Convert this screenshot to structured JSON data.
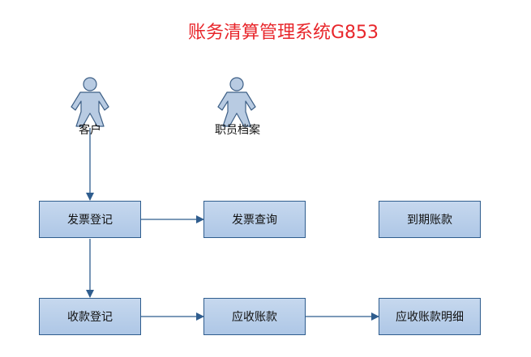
{
  "title": "账务清算管理系统G853",
  "colors": {
    "title": "#e8262b",
    "node_fill_top": "#c6d8ee",
    "node_fill_bottom": "#aec7e6",
    "node_border": "#2f5d8e",
    "arrow": "#2f5d8e",
    "actor_fill": "#b8cbe2",
    "actor_stroke": "#3d5f86"
  },
  "actors": [
    {
      "id": "customer",
      "label": "客户",
      "icon": "user-actor-icon"
    },
    {
      "id": "staff",
      "label": "职员档案",
      "icon": "user-actor-icon"
    }
  ],
  "nodes": [
    {
      "id": "invoice_register",
      "label": "发票登记"
    },
    {
      "id": "invoice_query",
      "label": "发票查询"
    },
    {
      "id": "due_account",
      "label": "到期账款"
    },
    {
      "id": "receipt_register",
      "label": "收款登记"
    },
    {
      "id": "receivable",
      "label": "应收账款"
    },
    {
      "id": "receivable_detail",
      "label": "应收账款明细"
    }
  ],
  "edges": [
    {
      "from": "customer",
      "to": "invoice_register"
    },
    {
      "from": "invoice_register",
      "to": "invoice_query"
    },
    {
      "from": "invoice_register",
      "to": "receipt_register"
    },
    {
      "from": "receipt_register",
      "to": "receivable"
    },
    {
      "from": "receivable",
      "to": "receivable_detail"
    }
  ]
}
